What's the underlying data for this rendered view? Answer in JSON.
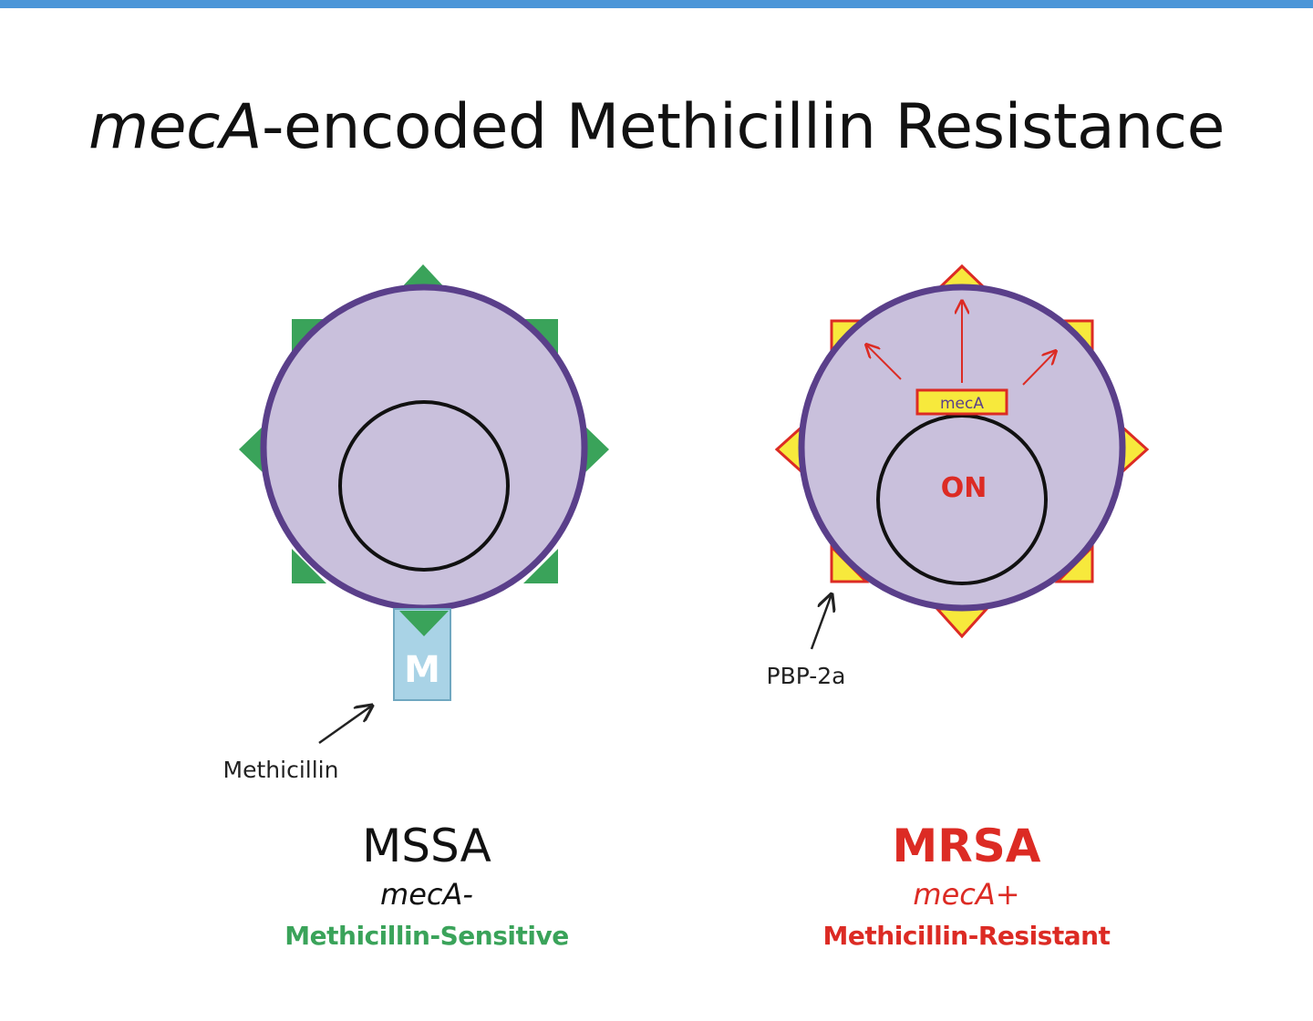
{
  "title": {
    "italic": "mecA",
    "rest": "-encoded Methicillin Resistance"
  },
  "left_cell": {
    "drug_letter": "M",
    "drug_label": "Methicillin",
    "name": "MSSA",
    "gene": "mecA-",
    "description": "Methicillin-Sensitive"
  },
  "right_cell": {
    "gene_box_label": "mecA",
    "state_label": "ON",
    "protein_label": "PBP-2a",
    "name": "MRSA",
    "gene": "mecA+",
    "description": "Methicillin-Resistant"
  },
  "colors": {
    "top_bar": "#4b96d8",
    "cell_fill": "#c9c0dc",
    "cell_border": "#5a3f8a",
    "pbp_normal": "#3aa35a",
    "pbp2a_fill": "#f7e93c",
    "pbp2a_border": "#dc2b24",
    "drug_fill": "#a9d3e6",
    "sensitive_text": "#3aa35a",
    "resistant_text": "#dc2b24"
  }
}
